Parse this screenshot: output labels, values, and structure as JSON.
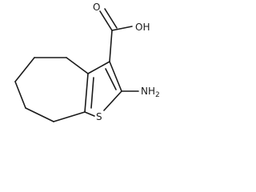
{
  "molecule": {
    "labels": {
      "hydroxyl": "OH",
      "carbonyl_oxygen": "O",
      "amine": "NH2",
      "sulfur": "S"
    }
  }
}
